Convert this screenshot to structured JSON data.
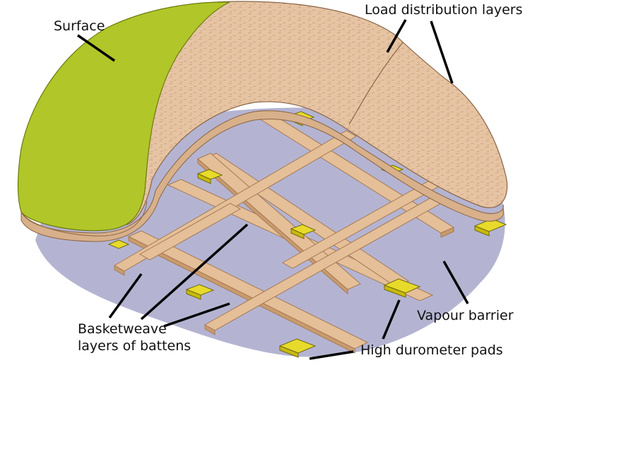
{
  "labels": {
    "surface": "Surface",
    "load_distribution": "Load distribution layers",
    "vapour_barrier": "Vapour barrier",
    "high_durometer": "High durometer pads",
    "battens_line1": "Basketweave",
    "battens_line2": "layers of battens"
  },
  "colors": {
    "vapour_barrier": "#b4b4d2",
    "surface": "#b1c628",
    "load_layer": "#e6c4a3",
    "batten": "#e5bf98",
    "pad": "#e8da2a",
    "leader": "#000000"
  }
}
